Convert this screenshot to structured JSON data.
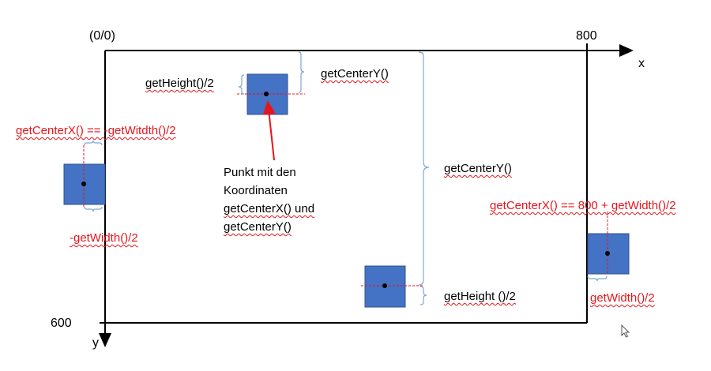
{
  "colors": {
    "square_fill": "#4472c4",
    "square_border": "#2f528f",
    "brace": "#7ea7d8",
    "annotation_red": "#e8141b",
    "arrow_red": "#e8141b",
    "axis": "#000000"
  },
  "axes": {
    "origin_label": "(0/0)",
    "x_end_label": "800",
    "y_end_label": "600",
    "x_axis_label": "x",
    "y_axis_label": "y"
  },
  "labels": {
    "top_square_height_half": "getHeight()/2",
    "top_square_center_y": "getCenterY()",
    "left_square_center_x": "getCenterX() == -getWitdth()/2",
    "left_square_width_half": "-getWidth()/2",
    "right_center_y": "getCenterY()",
    "bottom_square_height_half": "getHeight ()/2",
    "right_square_center_x": "getCenterX() == 800 + getWidth()/2",
    "right_square_width_half": "getWidth()/2"
  },
  "note": {
    "line1": "Punkt mit den",
    "line2": "Koordinaten",
    "line3": "getCenterX() und",
    "line4": "getCenterY()"
  },
  "icons": {
    "pointer": "mouse-pointer-icon"
  }
}
